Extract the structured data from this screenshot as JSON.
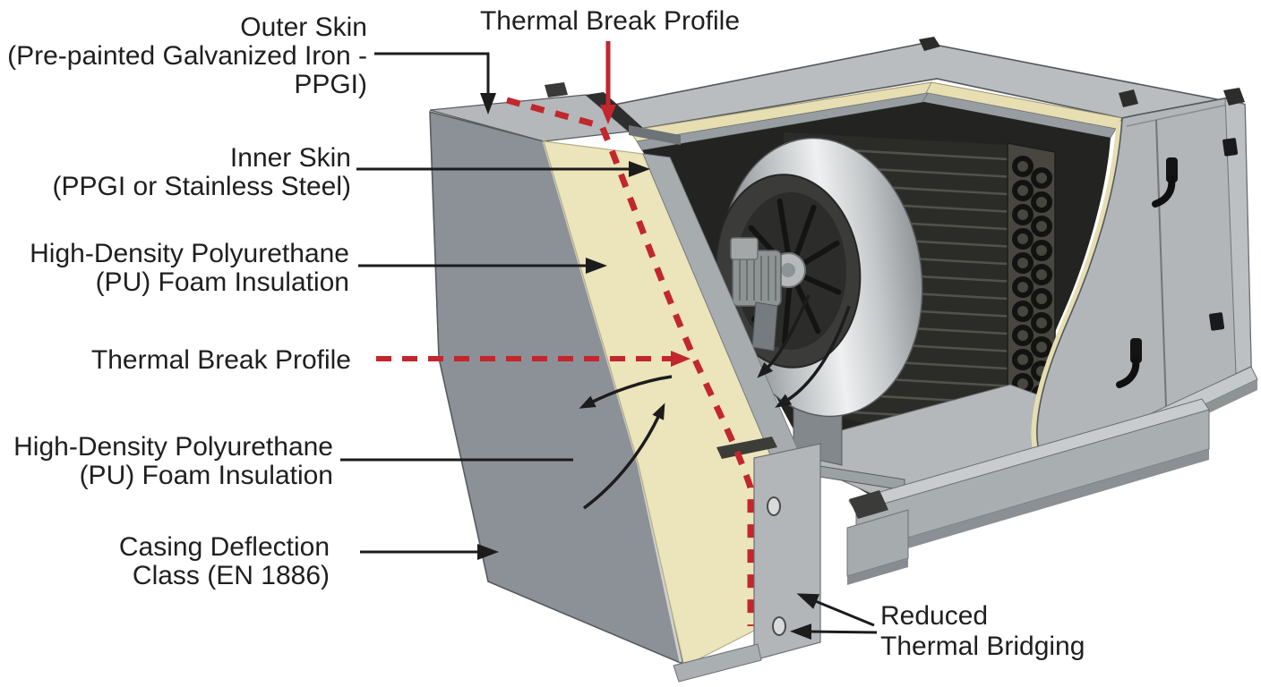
{
  "diagram": {
    "title": "AHU thermal break casing cutaway",
    "colors": {
      "accent_red": "#c1272d",
      "foam_cream": "#ece4ba",
      "casing_gray": "#8b9196",
      "roof_gray": "#b9bdbf",
      "interior_dark": "#232321",
      "label_text": "#1f1f1f"
    },
    "labels": {
      "outer_skin": {
        "lines": [
          "Outer Skin",
          "(Pre-painted Galvanized Iron -",
          "PPGI)"
        ]
      },
      "thermal_break_top": {
        "lines": [
          "Thermal Break Profile"
        ]
      },
      "inner_skin": {
        "lines": [
          "Inner Skin",
          "(PPGI or Stainless Steel)"
        ]
      },
      "pu_foam_upper": {
        "lines": [
          "High-Density Polyurethane",
          "(PU) Foam Insulation"
        ]
      },
      "thermal_break_side": {
        "lines": [
          "Thermal Break Profile"
        ]
      },
      "pu_foam_lower": {
        "lines": [
          "High-Density Polyurethane",
          "(PU) Foam Insulation"
        ]
      },
      "casing_deflection": {
        "lines": [
          "Casing Deflection",
          "Class (EN 1886)"
        ]
      },
      "reduced_thermal_bridging": {
        "lines": [
          "Reduced",
          "Thermal Bridging"
        ]
      }
    }
  }
}
